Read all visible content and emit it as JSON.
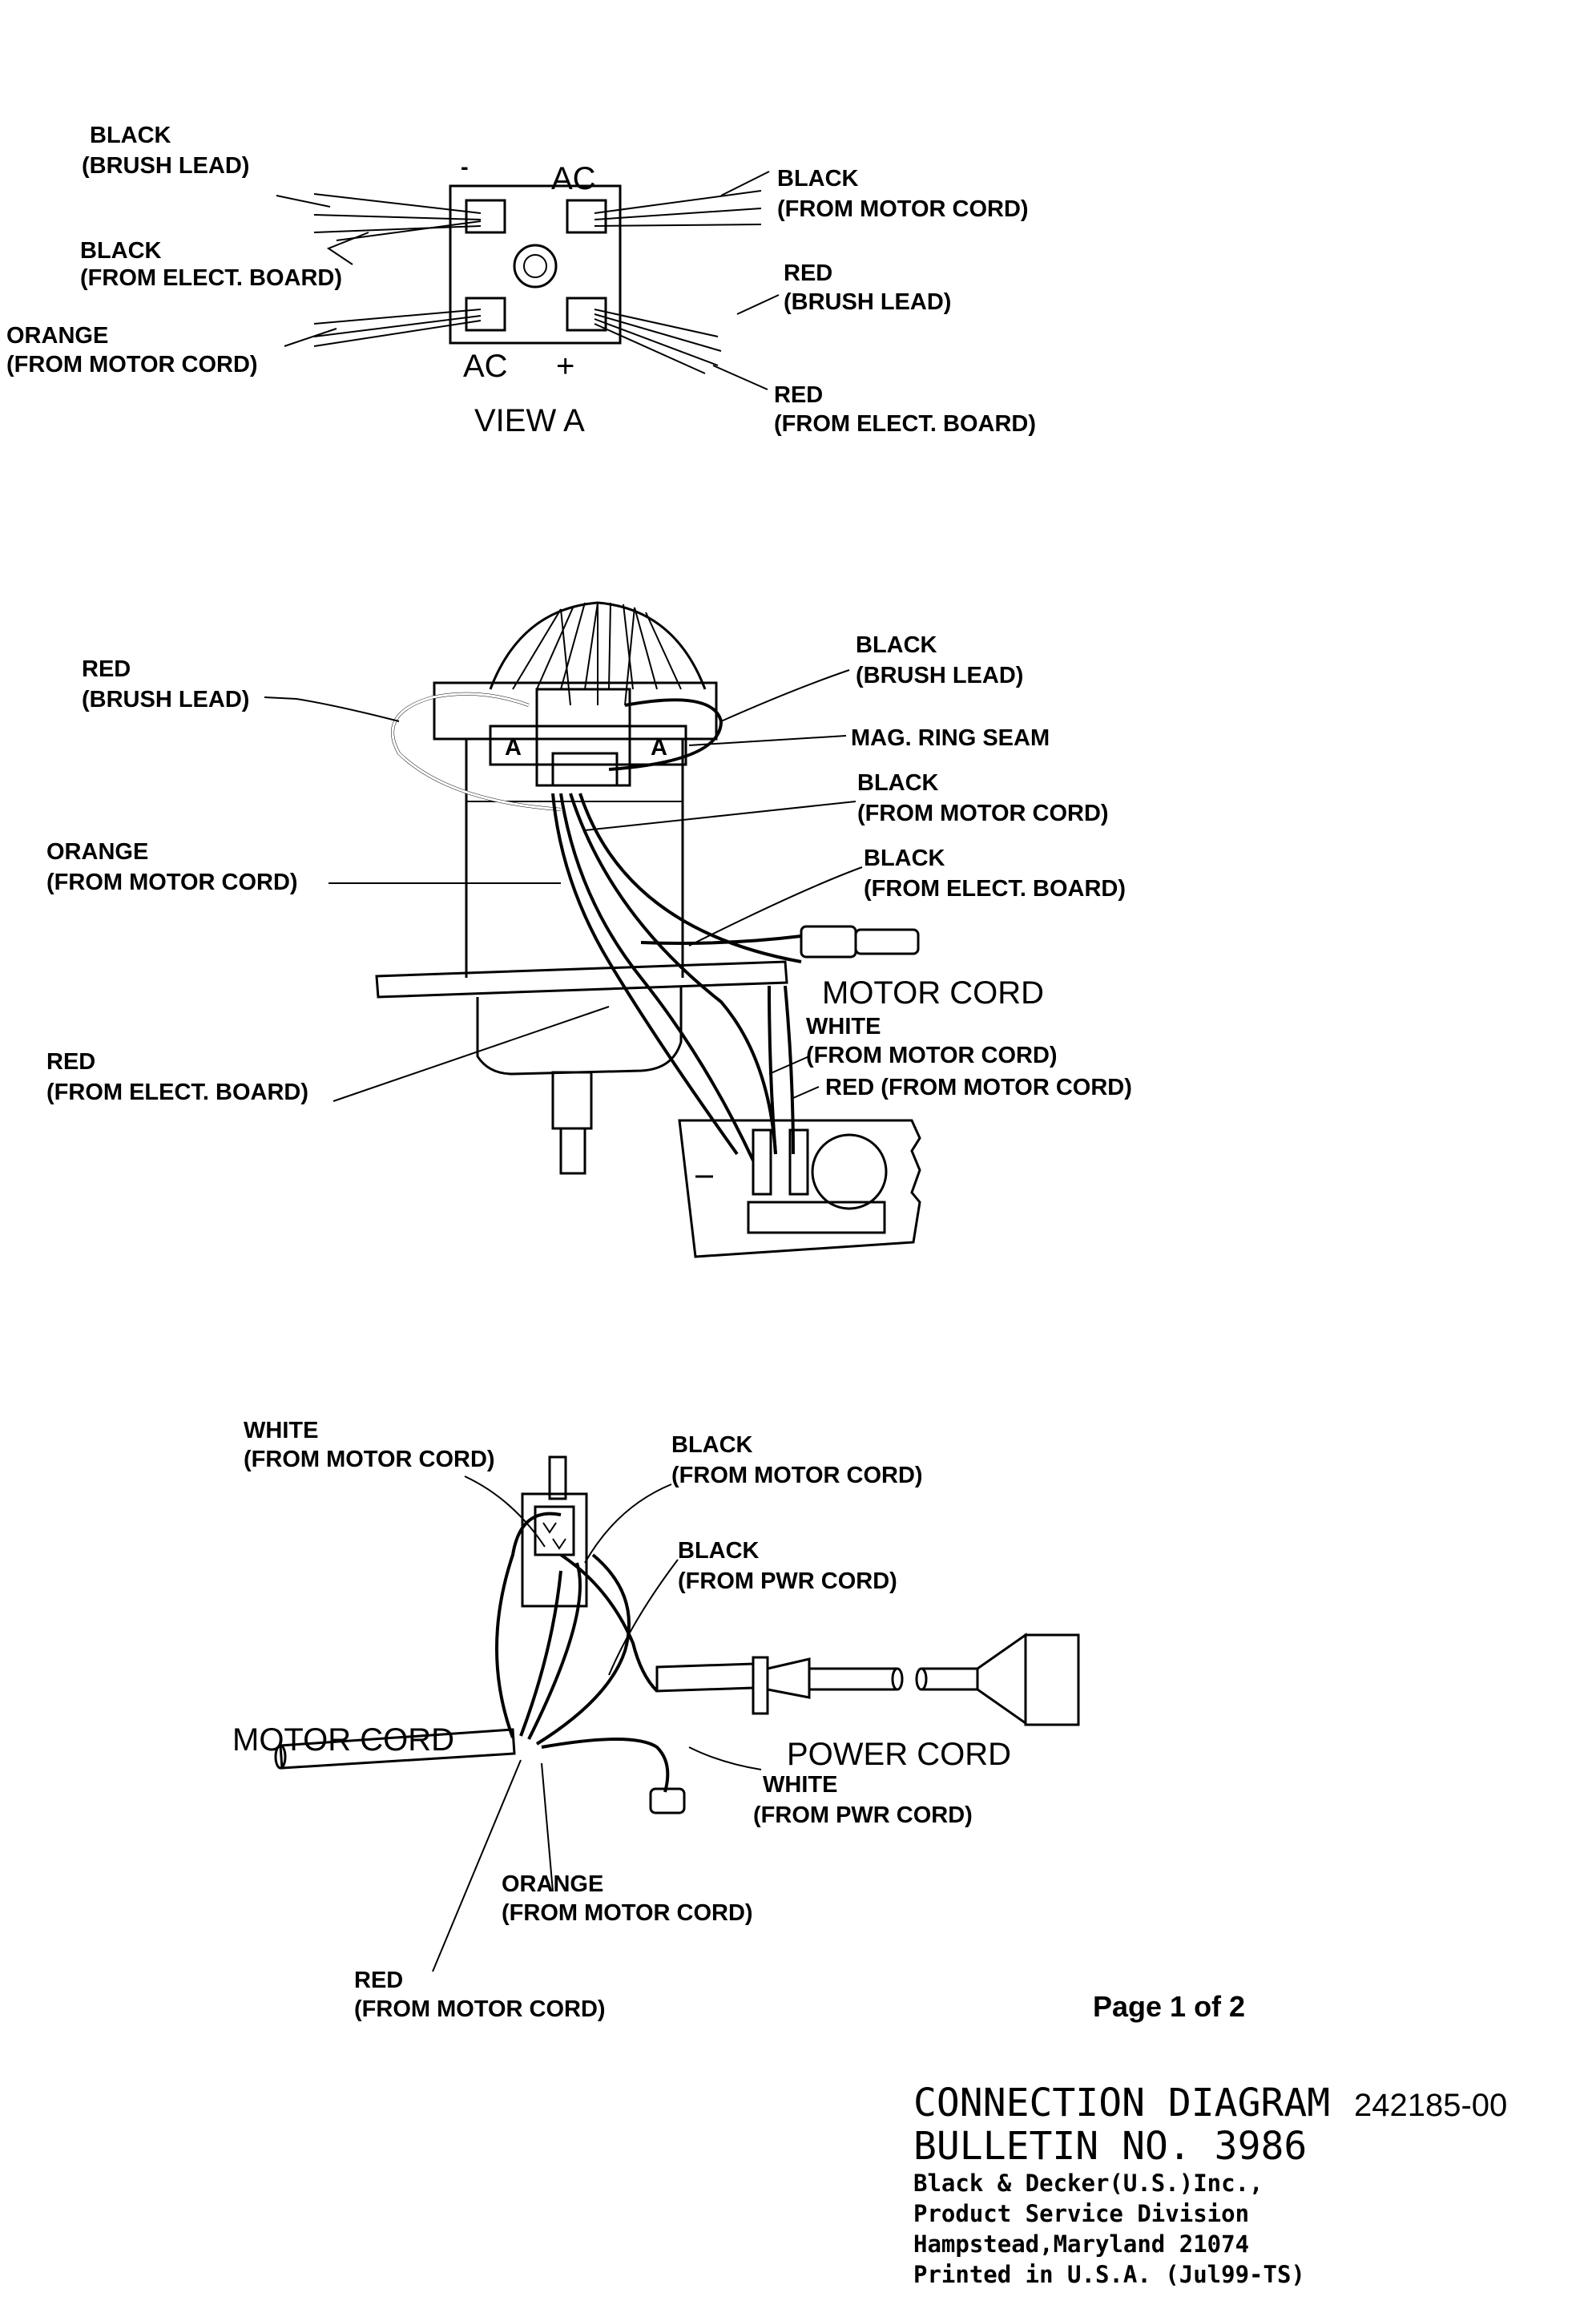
{
  "view_a": {
    "top_minus": "-",
    "top_ac": "AC",
    "bottom_ac": "AC",
    "bottom_plus": "+",
    "caption": "VIEW A",
    "labels": {
      "black_brush_1": "BLACK",
      "black_brush_2": "(BRUSH LEAD)",
      "black_board_1": "BLACK",
      "black_board_2": "(FROM ELECT. BOARD)",
      "orange_motor_1": "ORANGE",
      "orange_motor_2": "(FROM MOTOR CORD)",
      "black_motor_1": "BLACK",
      "black_motor_2": "(FROM MOTOR CORD)",
      "red_brush_1": "RED",
      "red_brush_2": "(BRUSH LEAD)",
      "red_board_1": "RED",
      "red_board_2": "(FROM ELECT. BOARD)"
    }
  },
  "motor": {
    "labels": {
      "red_brush_1": "RED",
      "red_brush_2": "(BRUSH LEAD)",
      "black_brush_1": "BLACK",
      "black_brush_2": "(BRUSH LEAD)",
      "mag_ring": "MAG. RING SEAM",
      "black_motor_1": "BLACK",
      "black_motor_2": "(FROM MOTOR CORD)",
      "orange_motor_1": "ORANGE",
      "orange_motor_2": "(FROM MOTOR CORD)",
      "black_board_1": "BLACK",
      "black_board_2": "(FROM ELECT. BOARD)",
      "motor_cord": "MOTOR CORD",
      "white_motor_1": "WHITE",
      "white_motor_2": "(FROM MOTOR CORD)",
      "red_motor": "RED (FROM MOTOR CORD)",
      "red_board_1": "RED",
      "red_board_2": "(FROM ELECT. BOARD)",
      "brush_a1": "A",
      "brush_a2": "A"
    }
  },
  "switch": {
    "labels": {
      "white_motor_1": "WHITE",
      "white_motor_2": "(FROM MOTOR CORD)",
      "black_motor_1": "BLACK",
      "black_motor_2": "(FROM MOTOR CORD)",
      "black_pwr_1": "BLACK",
      "black_pwr_2": "(FROM PWR CORD)",
      "motor_cord": "MOTOR CORD",
      "power_cord": "POWER CORD",
      "white_pwr_1": "WHITE",
      "white_pwr_2": "(FROM PWR CORD)",
      "orange_motor_1": "ORANGE",
      "orange_motor_2": "(FROM MOTOR CORD)",
      "red_motor_1": "RED",
      "red_motor_2": "(FROM MOTOR CORD)"
    }
  },
  "footer": {
    "page": "Page 1 of 2",
    "title": "CONNECTION DIAGRAM",
    "part_no": "242185-00",
    "bulletin": "BULLETIN NO. 3986",
    "company": "Black & Decker(U.S.)Inc.,",
    "division": "Product Service Division",
    "address": "Hampstead,Maryland 21074",
    "printed": "Printed in U.S.A. (Jul99-TS)"
  }
}
